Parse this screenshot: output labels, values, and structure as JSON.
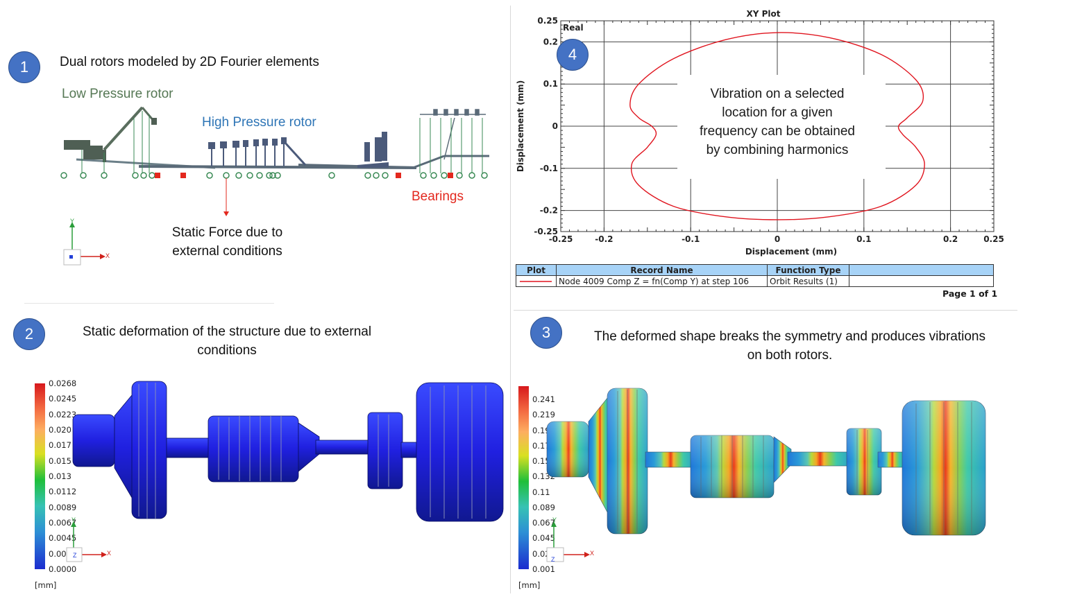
{
  "panel1": {
    "number": "1",
    "title": "Dual rotors modeled by 2D Fourier elements",
    "low_pressure_label": "Low Pressure rotor",
    "high_pressure_label": "High Pressure rotor",
    "bearings_label": "Bearings",
    "static_force_label_line1": "Static Force due to",
    "static_force_label_line2": "external conditions",
    "axis_y": "Y",
    "axis_x": "X",
    "colors": {
      "low": "#567855",
      "high": "#2e75b6",
      "bearings": "#e3281e"
    }
  },
  "panel2": {
    "number": "2",
    "title_line1": "Static deformation of the structure due to external",
    "title_line2": "conditions",
    "scale_values": [
      "0.0268",
      "0.0245",
      "0.0223",
      "0.020",
      "0.017",
      "0.015",
      "0.013",
      "0.0112",
      "0.0089",
      "0.0067",
      "0.0045",
      "0.0022",
      "0.0000"
    ],
    "unit": "[mm]",
    "axis_y": "Y",
    "axis_x": "X",
    "axis_z": "Z"
  },
  "panel3": {
    "number": "3",
    "title_line1": "The deformed shape breaks the symmetry and produces vibrations",
    "title_line2": "on both rotors.",
    "scale_values": [
      "0.241",
      "0.219",
      "0.198",
      "0.176",
      "0.154",
      "0.132",
      "0.11",
      "0.089",
      "0.067",
      "0.045",
      "0.023",
      "0.001"
    ],
    "unit": "[mm]",
    "axis_y": "Y",
    "axis_x": "X",
    "axis_z": "Z"
  },
  "panel4": {
    "number": "4",
    "annotation_lines": [
      "Vibration on a selected",
      "location for a given",
      "frequency can be obtained",
      "by combining harmonics"
    ]
  },
  "chart_data": {
    "type": "scatter",
    "title": "XY Plot",
    "corner_label": "Real",
    "xlabel": "Displacement (mm)",
    "ylabel": "Displacement (mm)",
    "xlim": [
      -0.25,
      0.25
    ],
    "ylim": [
      -0.25,
      0.25
    ],
    "x_ticks": [
      "-0.25",
      "-0.2",
      "-0.1",
      "0",
      "0.1",
      "0.2",
      "0.25"
    ],
    "y_ticks": [
      "0.25",
      "0.2",
      "0.1",
      "0",
      "-0.1",
      "-0.2",
      "-0.25"
    ],
    "grid": true,
    "series_color": "#e0141e",
    "series": [
      {
        "x": [
          0.0,
          0.06,
          0.12,
          0.16,
          0.168,
          0.15,
          0.14,
          0.145,
          0.16,
          0.17,
          0.16,
          0.12,
          0.06,
          0.0,
          -0.06,
          -0.12,
          -0.16,
          -0.168,
          -0.15,
          -0.14,
          -0.145,
          -0.16,
          -0.17,
          -0.16,
          -0.12,
          -0.06,
          0.0
        ],
        "y": [
          0.222,
          0.21,
          0.17,
          0.11,
          0.06,
          0.02,
          0.0,
          -0.02,
          -0.05,
          -0.09,
          -0.14,
          -0.19,
          -0.215,
          -0.222,
          -0.215,
          -0.19,
          -0.14,
          -0.09,
          -0.05,
          -0.02,
          0.0,
          0.02,
          0.05,
          0.1,
          0.16,
          0.205,
          0.222
        ]
      }
    ],
    "legend_table": {
      "headers": [
        "Plot",
        "Record Name",
        "Function Type",
        ""
      ],
      "row": [
        "Node 4009 Comp Z = fn(Comp Y) at step 106",
        "Orbit Results (1)"
      ]
    },
    "page_text": "Page 1 of 1"
  }
}
